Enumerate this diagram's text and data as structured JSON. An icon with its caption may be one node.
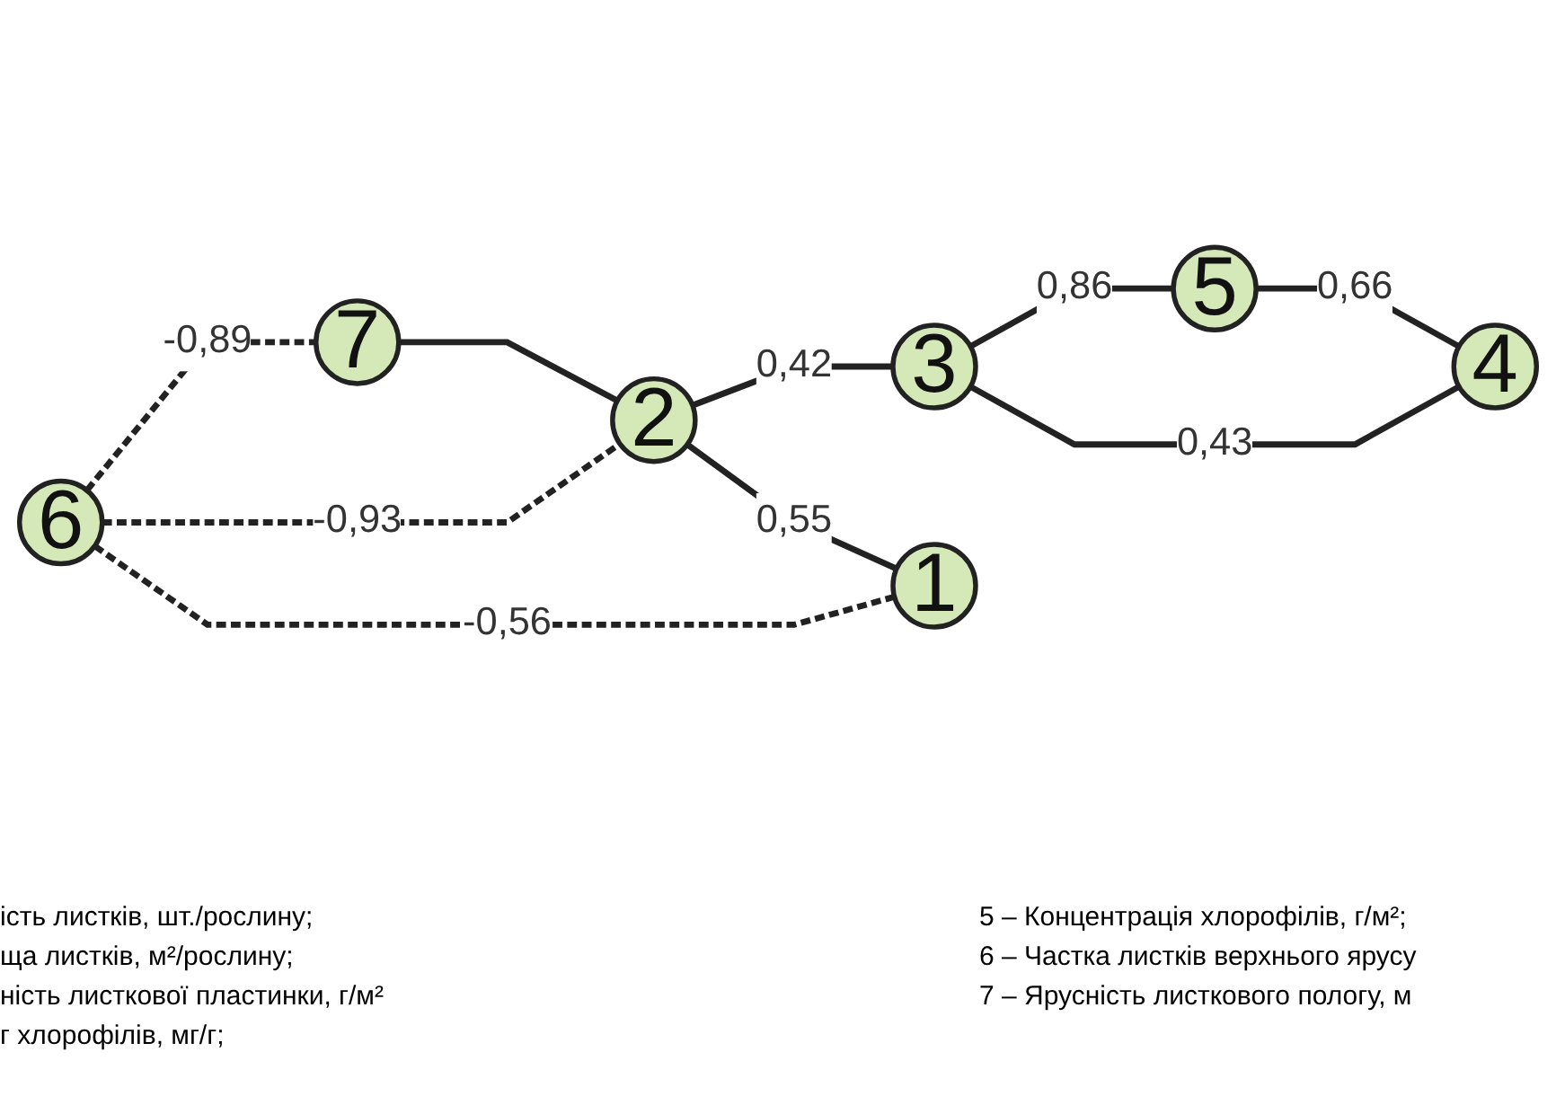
{
  "diagram": {
    "nodes": [
      {
        "text": [
          "7"
        ]
      },
      {
        "text": [
          "6"
        ]
      },
      {
        "text": [
          "2"
        ]
      },
      {
        "text": [
          "3"
        ]
      },
      {
        "text": [
          "5"
        ]
      },
      {
        "text": [
          "4"
        ]
      },
      {
        "text": [
          "1"
        ]
      }
    ],
    "edges": [
      {
        "from": 1,
        "to": 0,
        "arrow": "none",
        "label": "-0,89",
        "style": "dashed"
      },
      {
        "from": 0,
        "to": 2,
        "arrow": "none"
      },
      {
        "from": 1,
        "to": 2,
        "arrow": "none",
        "label": "-0,93",
        "style": "dashed"
      },
      {
        "from": 2,
        "to": 3,
        "arrow": "none",
        "label": "0,42"
      },
      {
        "from": 3,
        "to": 4,
        "arrow": "none",
        "label": "0,86"
      },
      {
        "from": 4,
        "to": 5,
        "arrow": "none",
        "label": "0,66"
      },
      {
        "from": 3,
        "to": 5,
        "arrow": "none",
        "label": "0,43"
      },
      {
        "from": 1,
        "to": 6,
        "arrow": "none",
        "label": "-0,56",
        "style": "dashed"
      },
      {
        "from": 2,
        "to": 6,
        "arrow": "none",
        "label": "0,55"
      }
    ],
    "labels": [
      "ість листків, шт./рослину;",
      "ща листків, м²/рослину;",
      "ність листкової пластинки, г/м²",
      "г хлорофілів, мг/г;",
      "5 – Концентрація хлорофілів, г/м²;",
      "6 – Частка листків верхнього ярусу",
      "7 – Ярусність листкового пологу, м"
    ]
  }
}
